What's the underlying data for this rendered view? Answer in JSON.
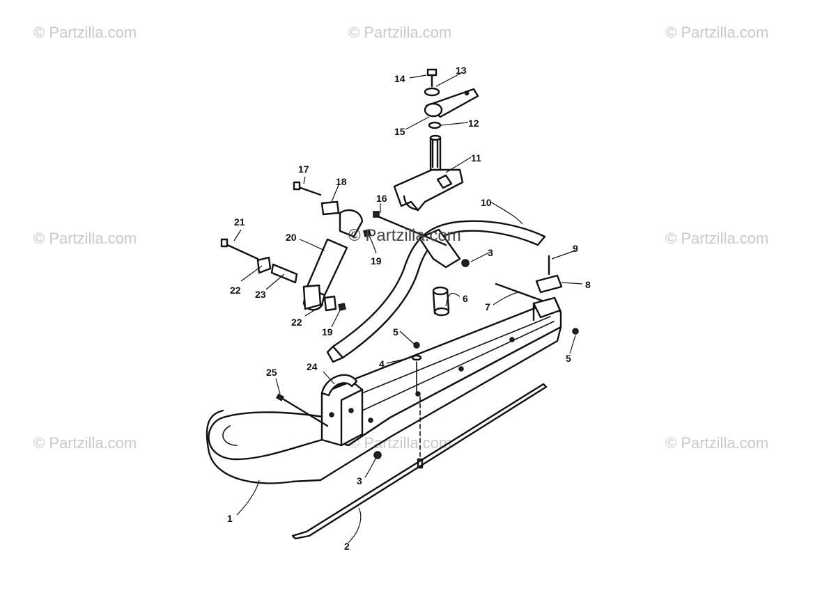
{
  "watermark": {
    "text": "© Partzilla.com"
  },
  "center_watermark": "© Partzilla.com",
  "callouts": {
    "c1": "1",
    "c2": "2",
    "c3a": "3",
    "c3b": "3",
    "c4": "4",
    "c5a": "5",
    "c5b": "5",
    "c6": "6",
    "c7": "7",
    "c8": "8",
    "c9": "9",
    "c10": "10",
    "c11": "11",
    "c12": "12",
    "c13": "13",
    "c14": "14",
    "c15": "15",
    "c16": "16",
    "c17": "17",
    "c18": "18",
    "c19a": "19",
    "c19b": "19",
    "c20": "20",
    "c21": "21",
    "c22a": "22",
    "c22b": "22",
    "c23": "23",
    "c24": "24",
    "c25": "25"
  }
}
